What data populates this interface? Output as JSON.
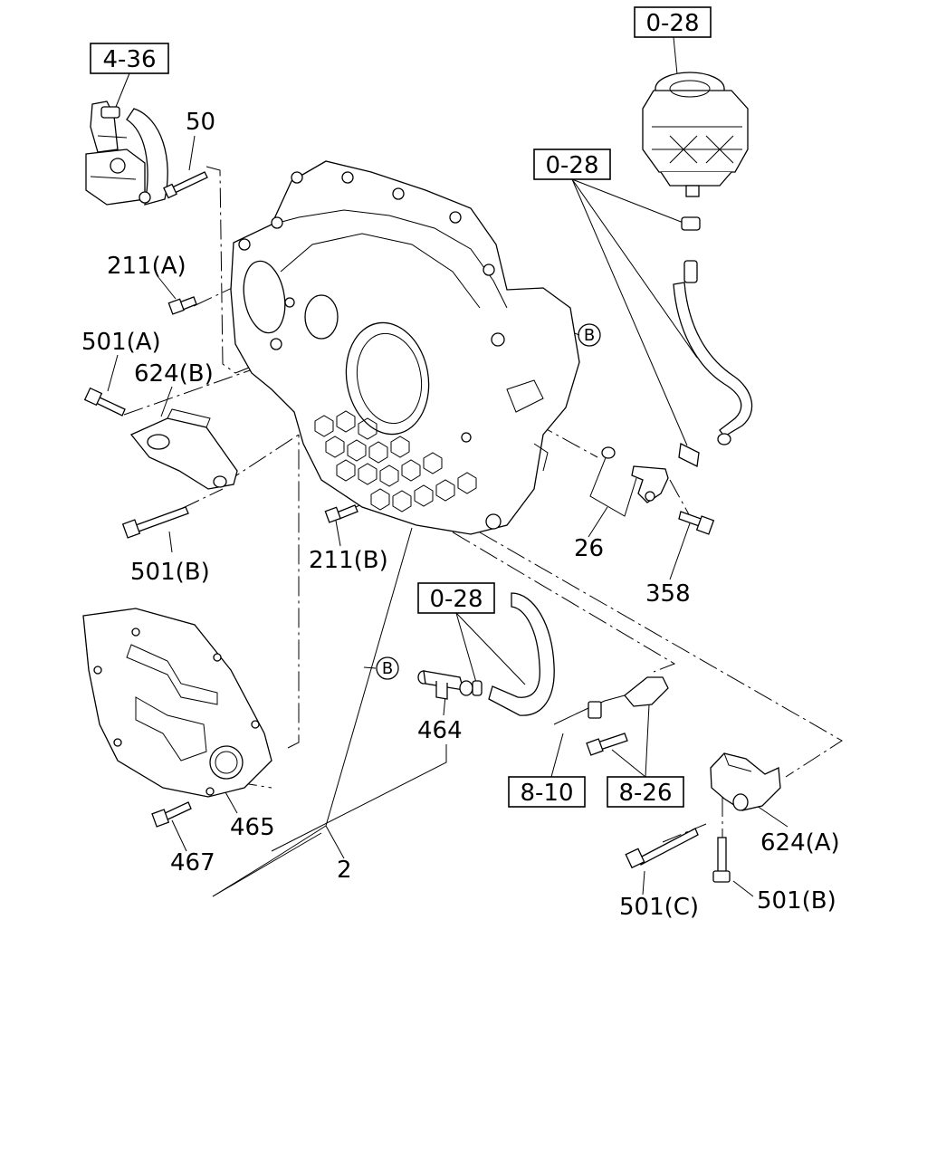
{
  "refs": {
    "r_4_36": "4-36",
    "r_0_28_top": "0-28",
    "r_0_28_mid": "0-28",
    "r_0_28_low": "0-28",
    "r_8_10": "8-10",
    "r_8_26": "8-26"
  },
  "labels": {
    "p50": "50",
    "p211a": "211(A)",
    "p211b": "211(B)",
    "p501a": "501(A)",
    "p501b_left": "501(B)",
    "p501b_right": "501(B)",
    "p501c": "501(C)",
    "p624a": "624(A)",
    "p624b": "624(B)",
    "p26": "26",
    "p358": "358",
    "p464": "464",
    "p465": "465",
    "p467": "467",
    "p2": "2"
  },
  "markers": {
    "b_upper": "B",
    "b_lower": "B"
  }
}
